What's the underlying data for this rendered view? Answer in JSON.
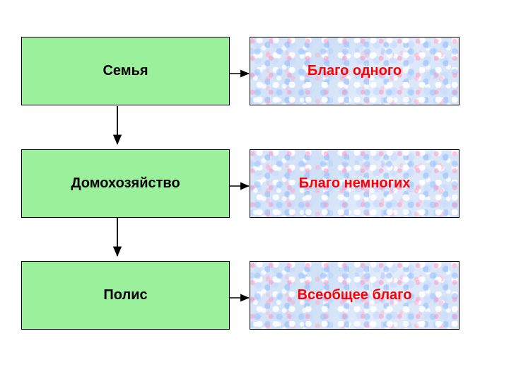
{
  "diagram": {
    "title": "",
    "colors": {
      "left_fill": "#9bf09b",
      "right_fill": "#d8e4f7",
      "left_text": "#000000",
      "right_text": "#ff0000",
      "border": "#000000",
      "background": "#ffffff"
    },
    "left_column": [
      {
        "label": "Семья"
      },
      {
        "label": "Домохозяйство"
      },
      {
        "label": "Полис"
      }
    ],
    "right_column": [
      {
        "label": "Благо одного"
      },
      {
        "label": "Благо немногих"
      },
      {
        "label": "Всеобщее благо"
      }
    ],
    "connectors": {
      "horizontal": [
        "arrow-right-1",
        "arrow-right-2",
        "arrow-right-3"
      ],
      "vertical": [
        "arrow-down-1",
        "arrow-down-2"
      ]
    }
  }
}
